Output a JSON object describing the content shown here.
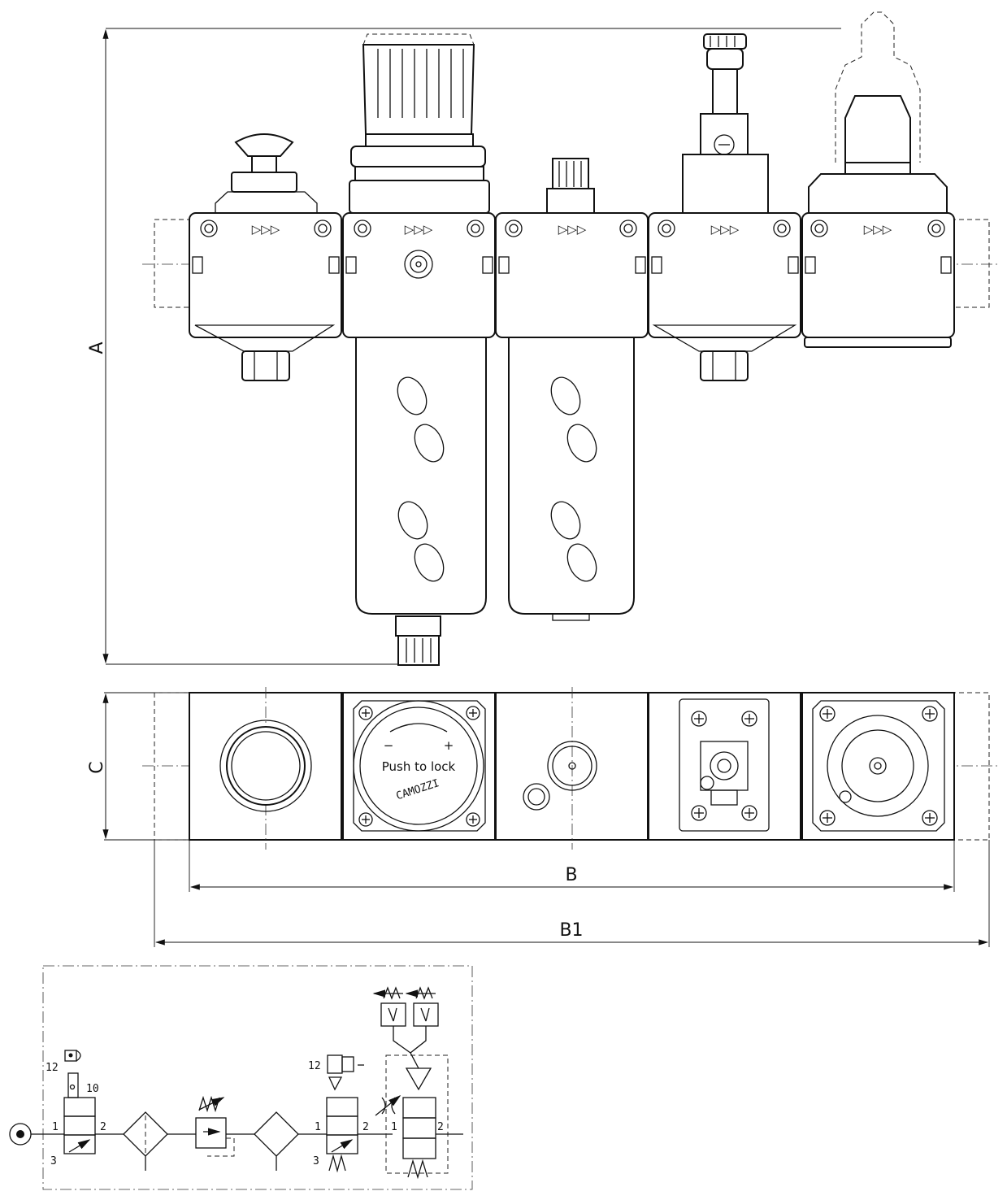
{
  "dimensions": {
    "height": "A",
    "depth": "C",
    "length": "B",
    "overall_length": "B1"
  },
  "regulator_knob": {
    "text": "Push to lock",
    "minus": "−",
    "plus": "+",
    "brand": "CAMOZZI"
  },
  "flow_markers": [
    "▷▷▷",
    "▷▷▷",
    "▷▷▷",
    "▷▷▷",
    "▷▷▷"
  ],
  "circuit": {
    "manual_valve": {
      "port_in": "1",
      "port_out": "2",
      "port_exhaust": "3",
      "pilot": "12",
      "pilot2": "10"
    },
    "solenoid_valve": {
      "port_in": "1",
      "port_out": "2",
      "port_exhaust": "3",
      "pilot": "12"
    },
    "soft_start_valve": {
      "port_in": "1",
      "port_out": "2"
    }
  },
  "colors": {
    "line": "#111111",
    "background": "#ffffff"
  }
}
